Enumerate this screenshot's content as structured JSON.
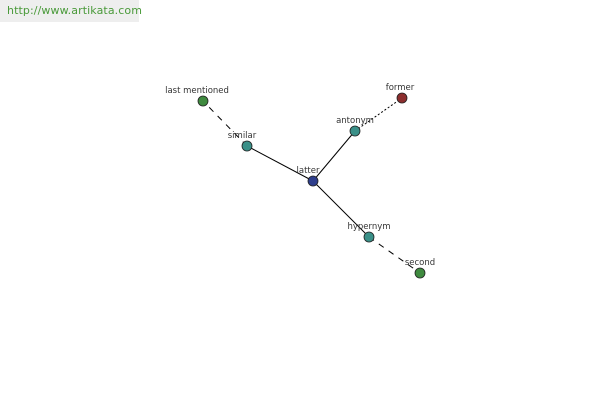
{
  "site_url": "http://www.artikata.com",
  "colors": {
    "center": "#2e3e8c",
    "relation": "#3a9088",
    "leaf": "#3f8a3f",
    "antonym_leaf": "#8c2e2e",
    "edge": "#000000",
    "label": "#333333"
  },
  "graph": {
    "nodes": [
      {
        "id": "latter",
        "label": "latter",
        "kind": "center"
      },
      {
        "id": "similar",
        "label": "similar",
        "kind": "relation"
      },
      {
        "id": "antonym",
        "label": "antonym",
        "kind": "relation"
      },
      {
        "id": "hypernym",
        "label": "hypernym",
        "kind": "relation"
      },
      {
        "id": "last-mentioned",
        "label": "last mentioned",
        "kind": "leaf"
      },
      {
        "id": "former",
        "label": "former",
        "kind": "antonym_leaf"
      },
      {
        "id": "second",
        "label": "second",
        "kind": "leaf"
      }
    ],
    "edges": [
      {
        "from": "latter",
        "to": "similar",
        "style": "solid"
      },
      {
        "from": "latter",
        "to": "antonym",
        "style": "solid"
      },
      {
        "from": "latter",
        "to": "hypernym",
        "style": "solid"
      },
      {
        "from": "similar",
        "to": "last-mentioned",
        "style": "dashed"
      },
      {
        "from": "antonym",
        "to": "former",
        "style": "dotted"
      },
      {
        "from": "hypernym",
        "to": "second",
        "style": "dashed"
      }
    ]
  }
}
